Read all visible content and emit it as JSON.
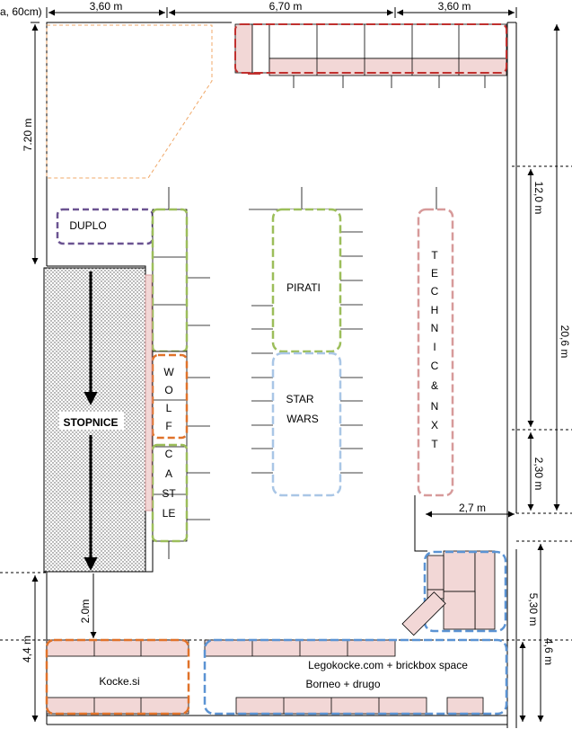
{
  "scale_note": "a, 60cm)",
  "dimensions": {
    "top_left": "3,60 m",
    "top_mid": "6,70 m",
    "top_right": "3,60 m",
    "left_upper": "7.20 m",
    "left_lower": "4,4 m",
    "center_gap": "2.0m",
    "right_upper": "12,0 m",
    "right_mid": "2,30 m",
    "right_lower": "5,30 m",
    "right_bottom": "4,6 m",
    "right_total": "20,6 m",
    "horiz_right": "2,7 m"
  },
  "areas": {
    "duplo": "DUPLO",
    "pirati": "PIRATI",
    "star_wars_1": "STAR",
    "star_wars_2": "WARS",
    "technic_letters": [
      "T",
      "E",
      "C",
      "H",
      "N",
      "I",
      "C",
      "&",
      "N",
      "X",
      "T"
    ],
    "wolf_letters": [
      "W",
      "O",
      "L",
      "F"
    ],
    "castle_lines": [
      "C",
      "A",
      "ST",
      "LE"
    ],
    "stopnice": "STOPNICE",
    "kocke": "Kocke.si",
    "legokocke": "Legokocke.com + brickbox space",
    "borneo": "Borneo + drugo"
  },
  "colors": {
    "booth_fill": "#f2d7d6",
    "pink_outline": "#d79a9a",
    "orange": "#e0722a",
    "green": "#9cbe5a",
    "purple": "#6b5391",
    "blue": "#5b93d3",
    "light_blue": "#a9c6e6",
    "duplo_zone": "#f0a868",
    "red_accent": "#c0302e"
  }
}
